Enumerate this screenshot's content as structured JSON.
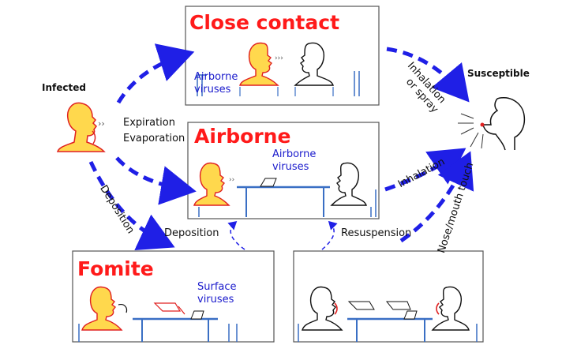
{
  "nodes": {
    "infected": "Infected",
    "susceptible": "Susceptible"
  },
  "panels": {
    "close_contact": {
      "title": "Close contact",
      "note_line1": "Airborne",
      "note_line2": "viruses"
    },
    "airborne": {
      "title": "Airborne",
      "note_line1": "Airborne",
      "note_line2": "viruses"
    },
    "fomite": {
      "title": "Fomite",
      "note_line1": "Surface",
      "note_line2": "viruses"
    }
  },
  "labels": {
    "expiration": "Expiration",
    "evaporation": "Evaporation",
    "deposition_diag": "Deposition",
    "deposition": "Deposition",
    "resuspension": "Resuspension",
    "inhalation_or_line1": "Inhalation",
    "inhalation_or_line2": "or spray",
    "inhalation": "Inhalation",
    "nose_mouth_touch": "Nose/mouth touch"
  },
  "colors": {
    "arrow": "#1f1fe6",
    "title": "#ff1a1a",
    "note": "#1a1acc",
    "head_fill": "#ffd84d",
    "head_stroke": "#e02020",
    "frame": "#555555",
    "furniture": "#3a6fc4"
  }
}
